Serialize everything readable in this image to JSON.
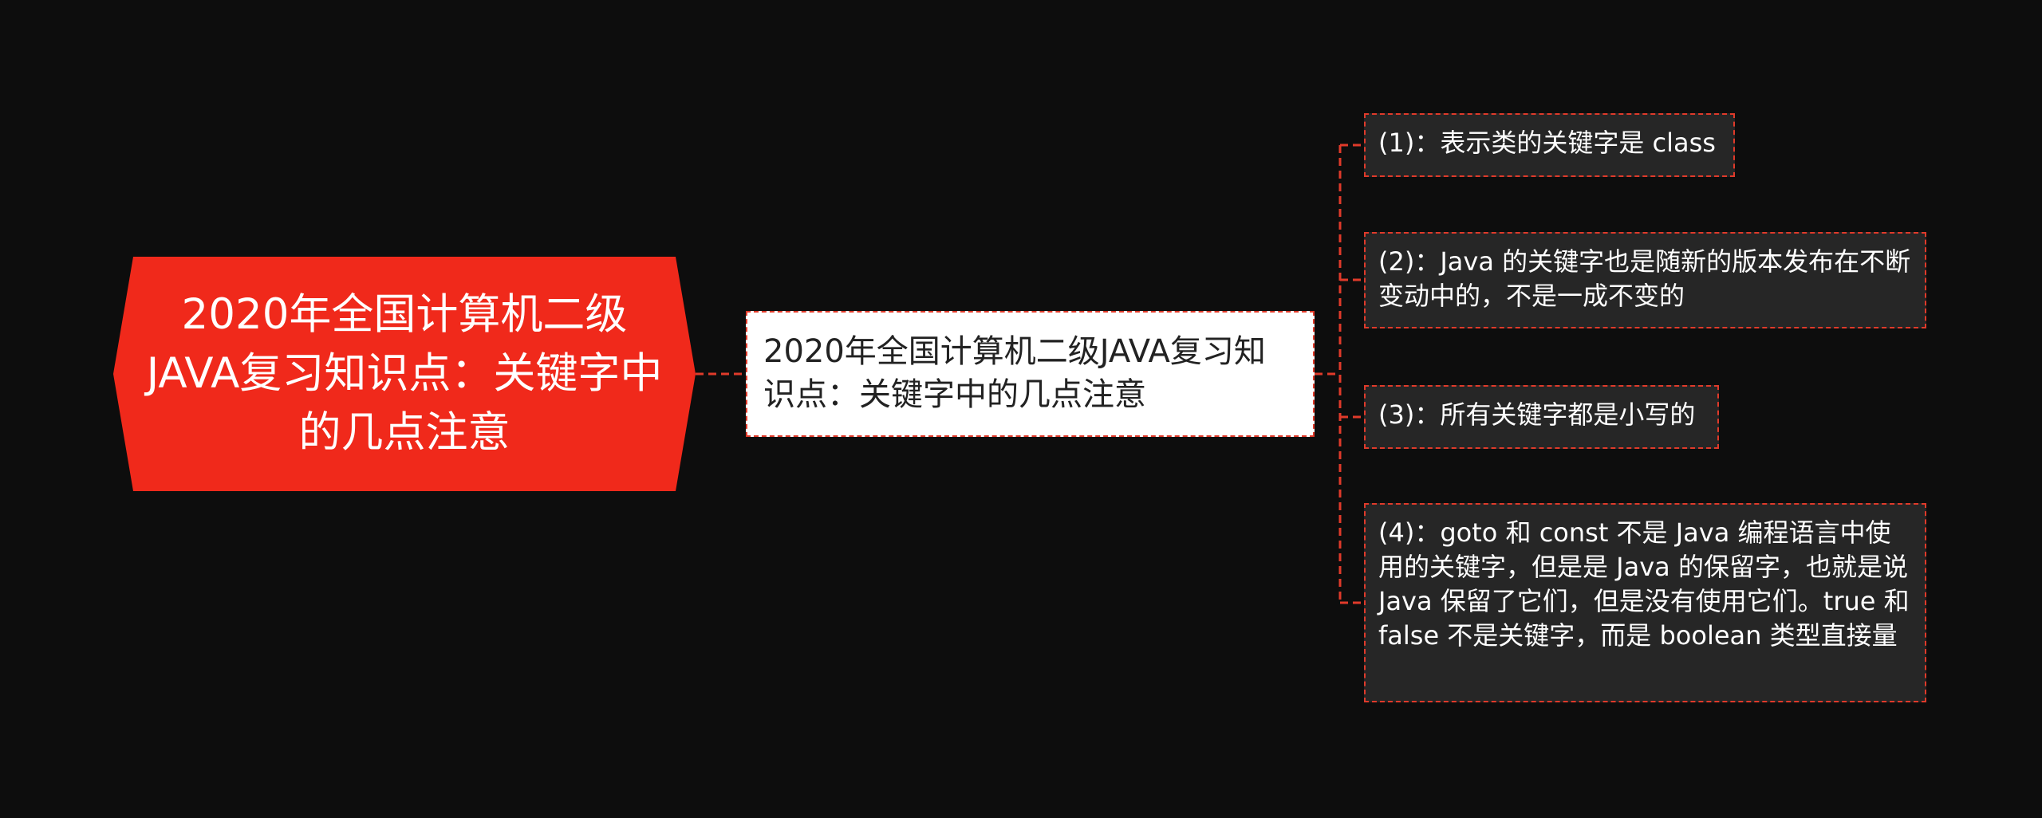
{
  "root": {
    "label": "2020年全国计算机二级JAVA复习知识点：关键字中的几点注意"
  },
  "topic": {
    "label": "2020年全国计算机二级JAVA复习知识点：关键字中的几点注意"
  },
  "items": [
    {
      "label": "(1)：表示类的关键字是 class"
    },
    {
      "label": "(2)：Java 的关键字也是随新的版本发布在不断变动中的，不是一成不变的"
    },
    {
      "label": "(3)：所有关键字都是小写的"
    },
    {
      "label": "(4)：goto 和 const 不是 Java 编程语言中使用的关键字，但是是 Java 的保留字，也就是说 Java 保留了它们，但是没有使用它们。true 和 false 不是关键字，而是 boolean 类型直接量"
    }
  ],
  "colors": {
    "background": "#0d0d0d",
    "root_fill": "#f0291b",
    "accent": "#e03a2a",
    "leaf_fill": "#262626"
  }
}
